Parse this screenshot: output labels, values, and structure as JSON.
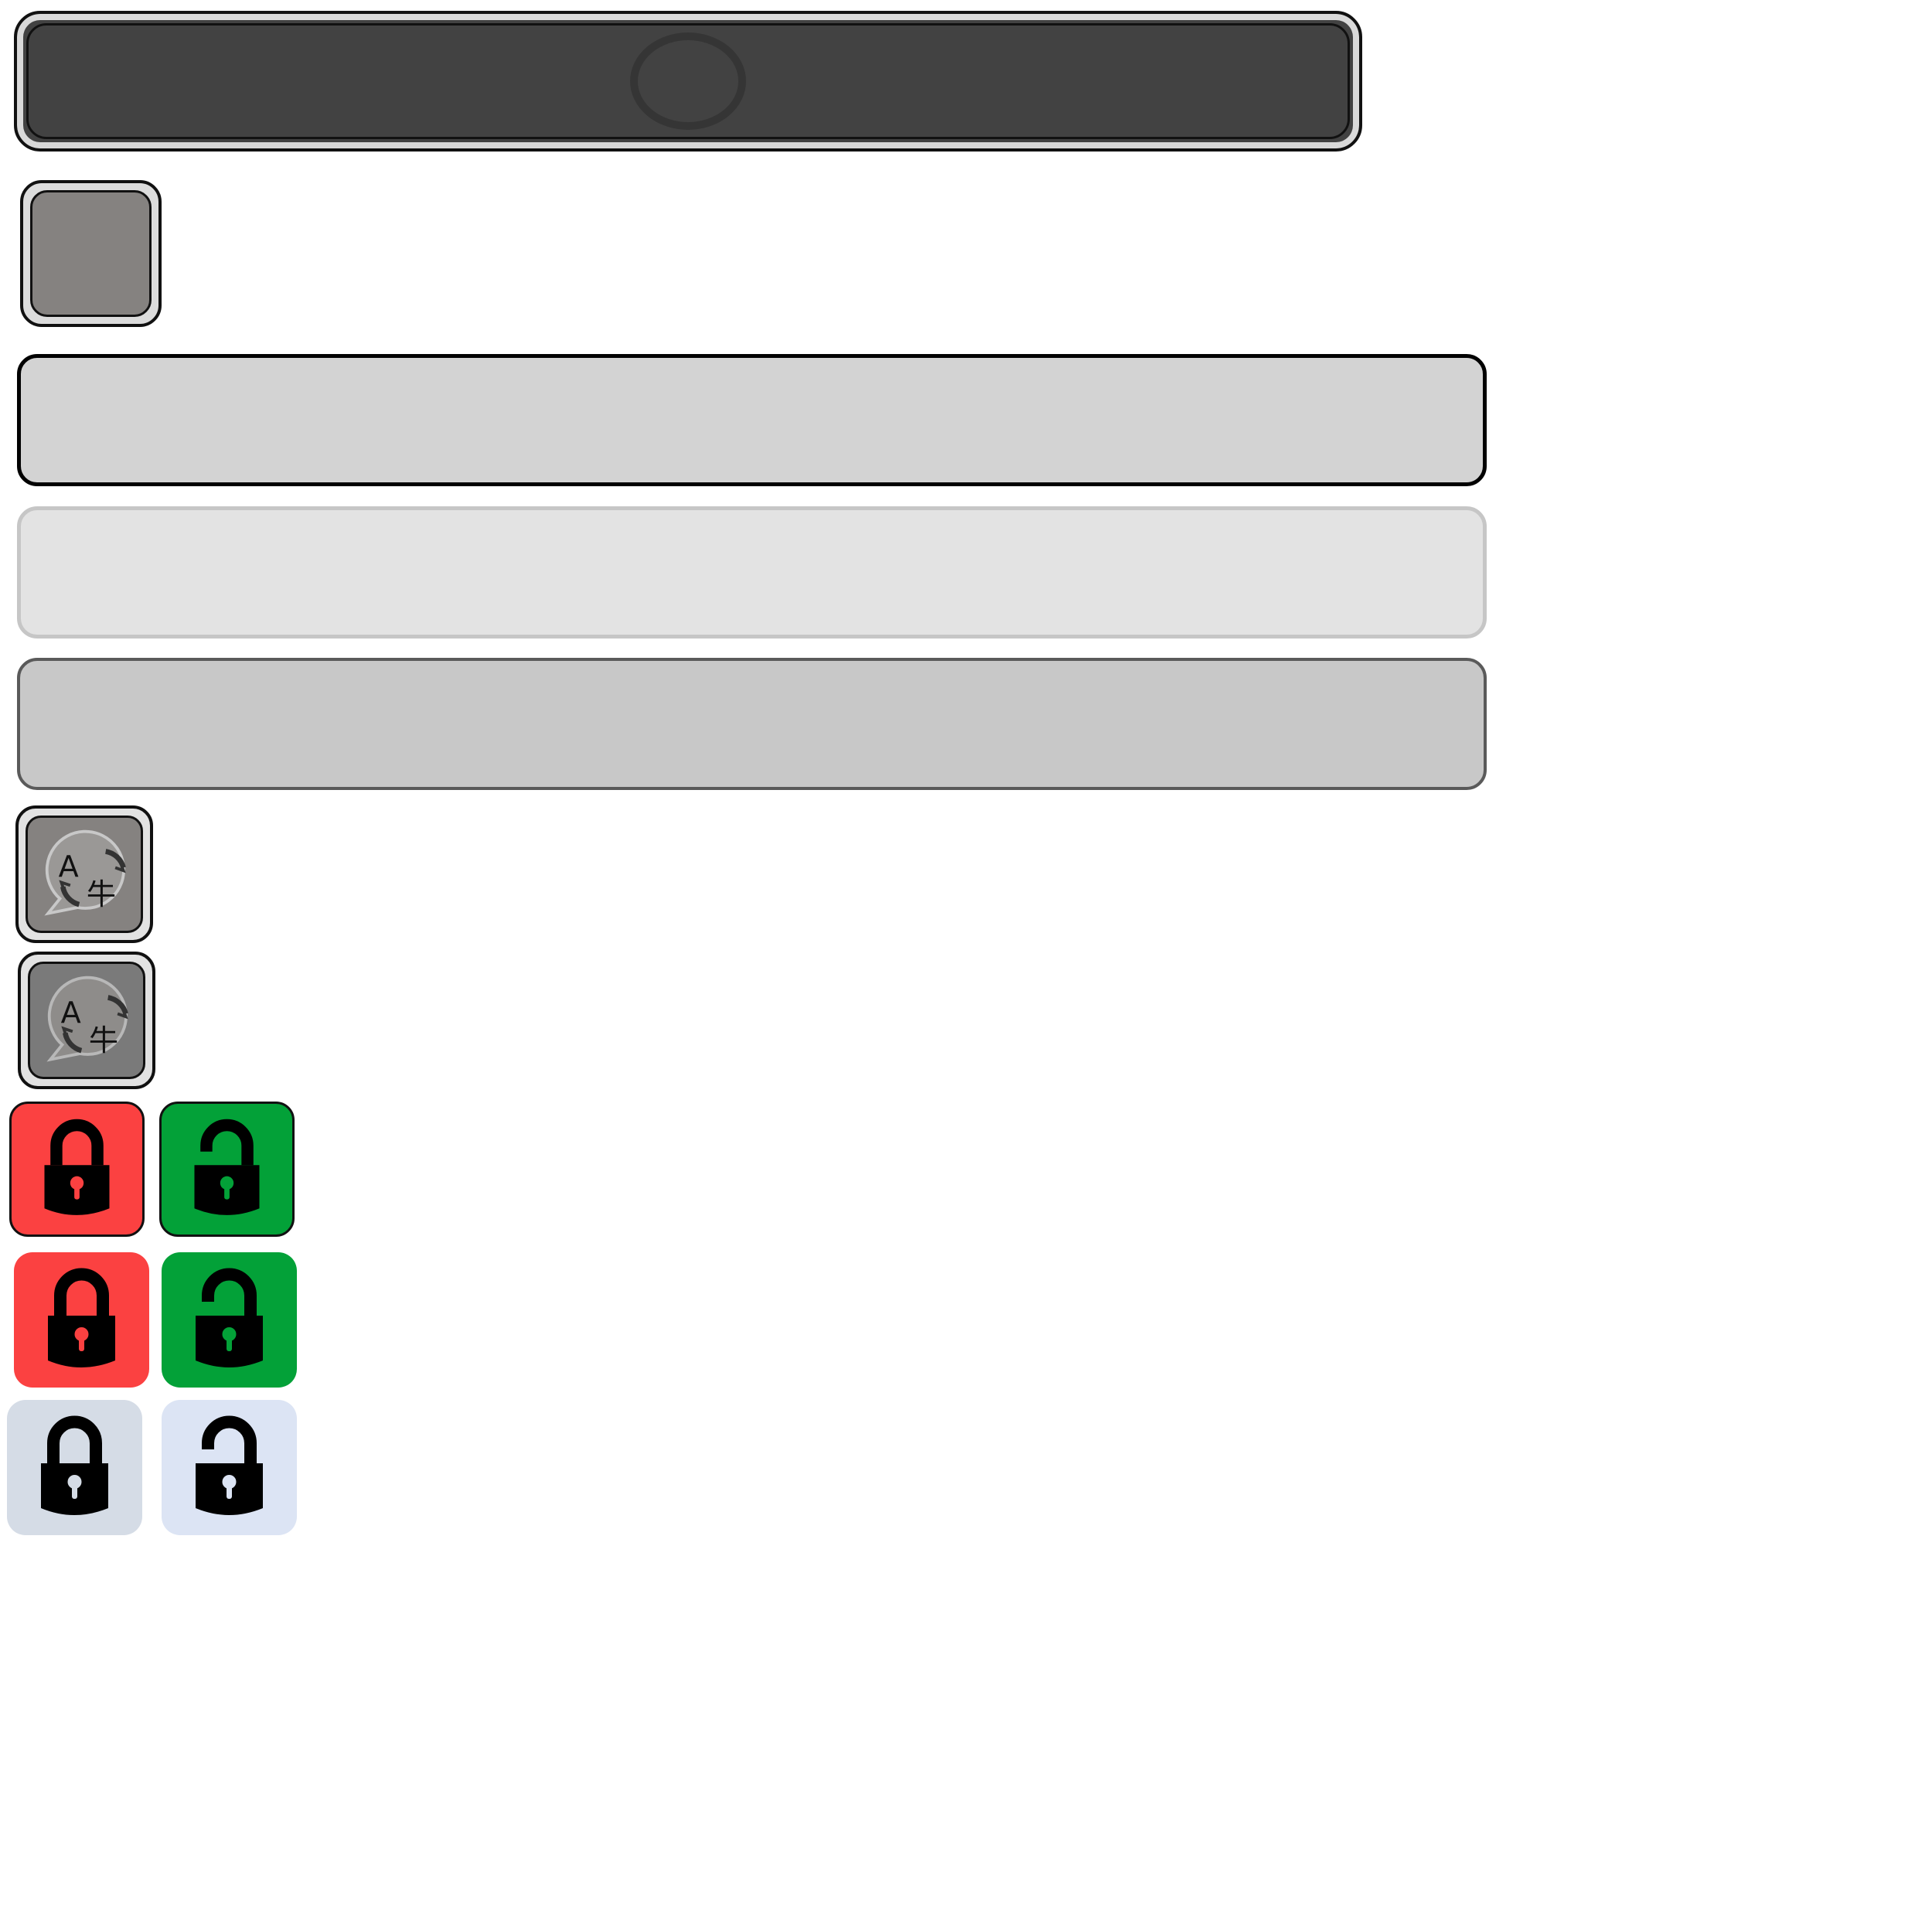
{
  "colors": {
    "title_bar": "#424242",
    "square_button": "#858280",
    "bar_1": "#d3d3d3",
    "bar_2": "#e3e3e3",
    "bar_3": "#c8c8c8",
    "lock_locked": "#fb4141",
    "lock_unlocked": "#03a138",
    "lock_neutral_locked": "#d5dce6",
    "lock_neutral_unlocked": "#dce4f4"
  },
  "translate_buttons": [
    {
      "icon": "translate-icon",
      "latin_glyph": "A",
      "cjk_glyph": "牛"
    },
    {
      "icon": "translate-icon",
      "latin_glyph": "A",
      "cjk_glyph": "牛"
    }
  ],
  "lock_buttons": [
    {
      "state": "locked",
      "icon": "lock-closed-icon"
    },
    {
      "state": "unlocked",
      "icon": "lock-open-icon"
    },
    {
      "state": "locked",
      "icon": "lock-closed-icon"
    },
    {
      "state": "unlocked",
      "icon": "lock-open-icon"
    },
    {
      "state": "locked",
      "icon": "lock-closed-icon"
    },
    {
      "state": "unlocked",
      "icon": "lock-open-icon"
    }
  ]
}
